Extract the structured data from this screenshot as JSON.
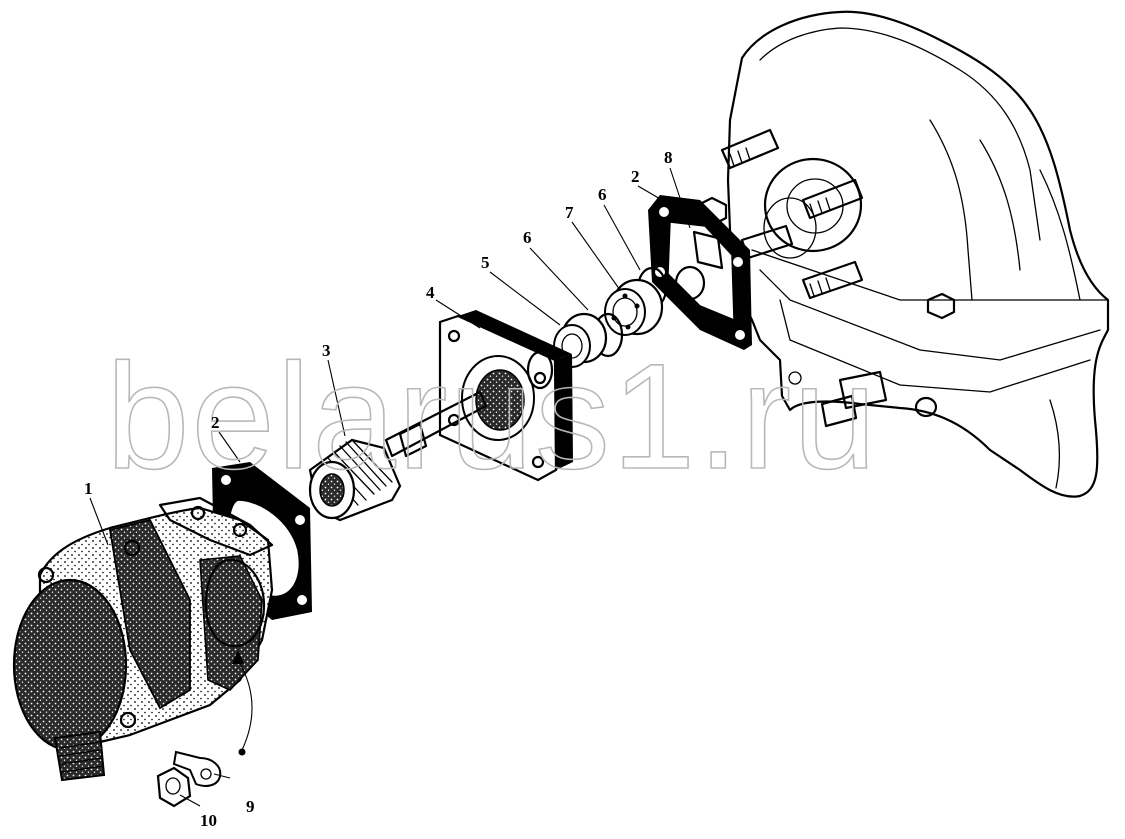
{
  "watermark": "belarus1.ru",
  "callouts": [
    {
      "id": "c1",
      "text": "1"
    },
    {
      "id": "c2a",
      "text": "2"
    },
    {
      "id": "c3",
      "text": "3"
    },
    {
      "id": "c4",
      "text": "4"
    },
    {
      "id": "c5",
      "text": "5"
    },
    {
      "id": "c6a",
      "text": "6"
    },
    {
      "id": "c7",
      "text": "7"
    },
    {
      "id": "c6b",
      "text": "6"
    },
    {
      "id": "c2b",
      "text": "2"
    },
    {
      "id": "c8",
      "text": "8"
    },
    {
      "id": "c9",
      "text": "9"
    },
    {
      "id": "c10",
      "text": "10"
    }
  ]
}
